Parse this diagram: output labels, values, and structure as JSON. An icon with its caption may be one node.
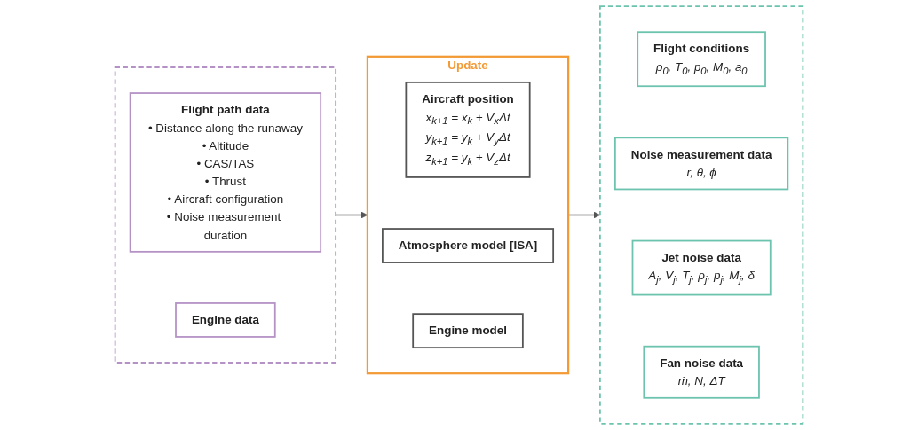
{
  "diagram": {
    "nodes": [
      {
        "text": [],
        "shape": "box"
      },
      {
        "text": [
          "Flight path data",
          "• Distance along the runaway",
          "• Altitude",
          "• CAS/TAS",
          "• Thrust",
          "• Aircraft configuration",
          "• Noise measurement duration"
        ],
        "in": 0
      },
      {
        "text": [
          "Engine data"
        ],
        "in": 0
      },
      {
        "text": [
          "Update"
        ]
      },
      {
        "text": [
          "Aircraft position",
          "x$_{k+1}$ = x$_{k}$ + V$_{x}$Δt",
          "y$_{k+1}$ = y$_{k}$ + V$_{y}$Δt",
          "z$_{k+1}$ = y$_{k}$ + V$_{z}$Δt"
        ],
        "in": 3
      },
      {
        "text": [
          "Atmosphere model [ISA]"
        ],
        "in": 3
      },
      {
        "text": [
          "Engine model"
        ],
        "in": 3
      },
      {
        "text": [],
        "shape": "box"
      },
      {
        "text": [
          "Flight conditions",
          "ρ$_{0}$, T$_{0}$, p$_{0}$, M$_{0}$, a$_{0}$"
        ],
        "in": 7
      },
      {
        "text": [
          "Noise measurement data",
          "r, θ, ϕ"
        ],
        "in": 7
      },
      {
        "text": [
          "Jet noise data",
          "A$_{j}$, V$_{j}$, T$_{j}$, ρ$_{j}$, p$_{j}$, M$_{j}$, δ"
        ],
        "in": 7
      },
      {
        "text": [
          "Fan noise data",
          "ṁ, N, ΔT"
        ],
        "in": 7
      }
    ],
    "edges": [
      {
        "from": 0,
        "to": 3,
        "arrow": "to"
      },
      {
        "from": 3,
        "to": 7,
        "arrow": "to"
      }
    ]
  }
}
